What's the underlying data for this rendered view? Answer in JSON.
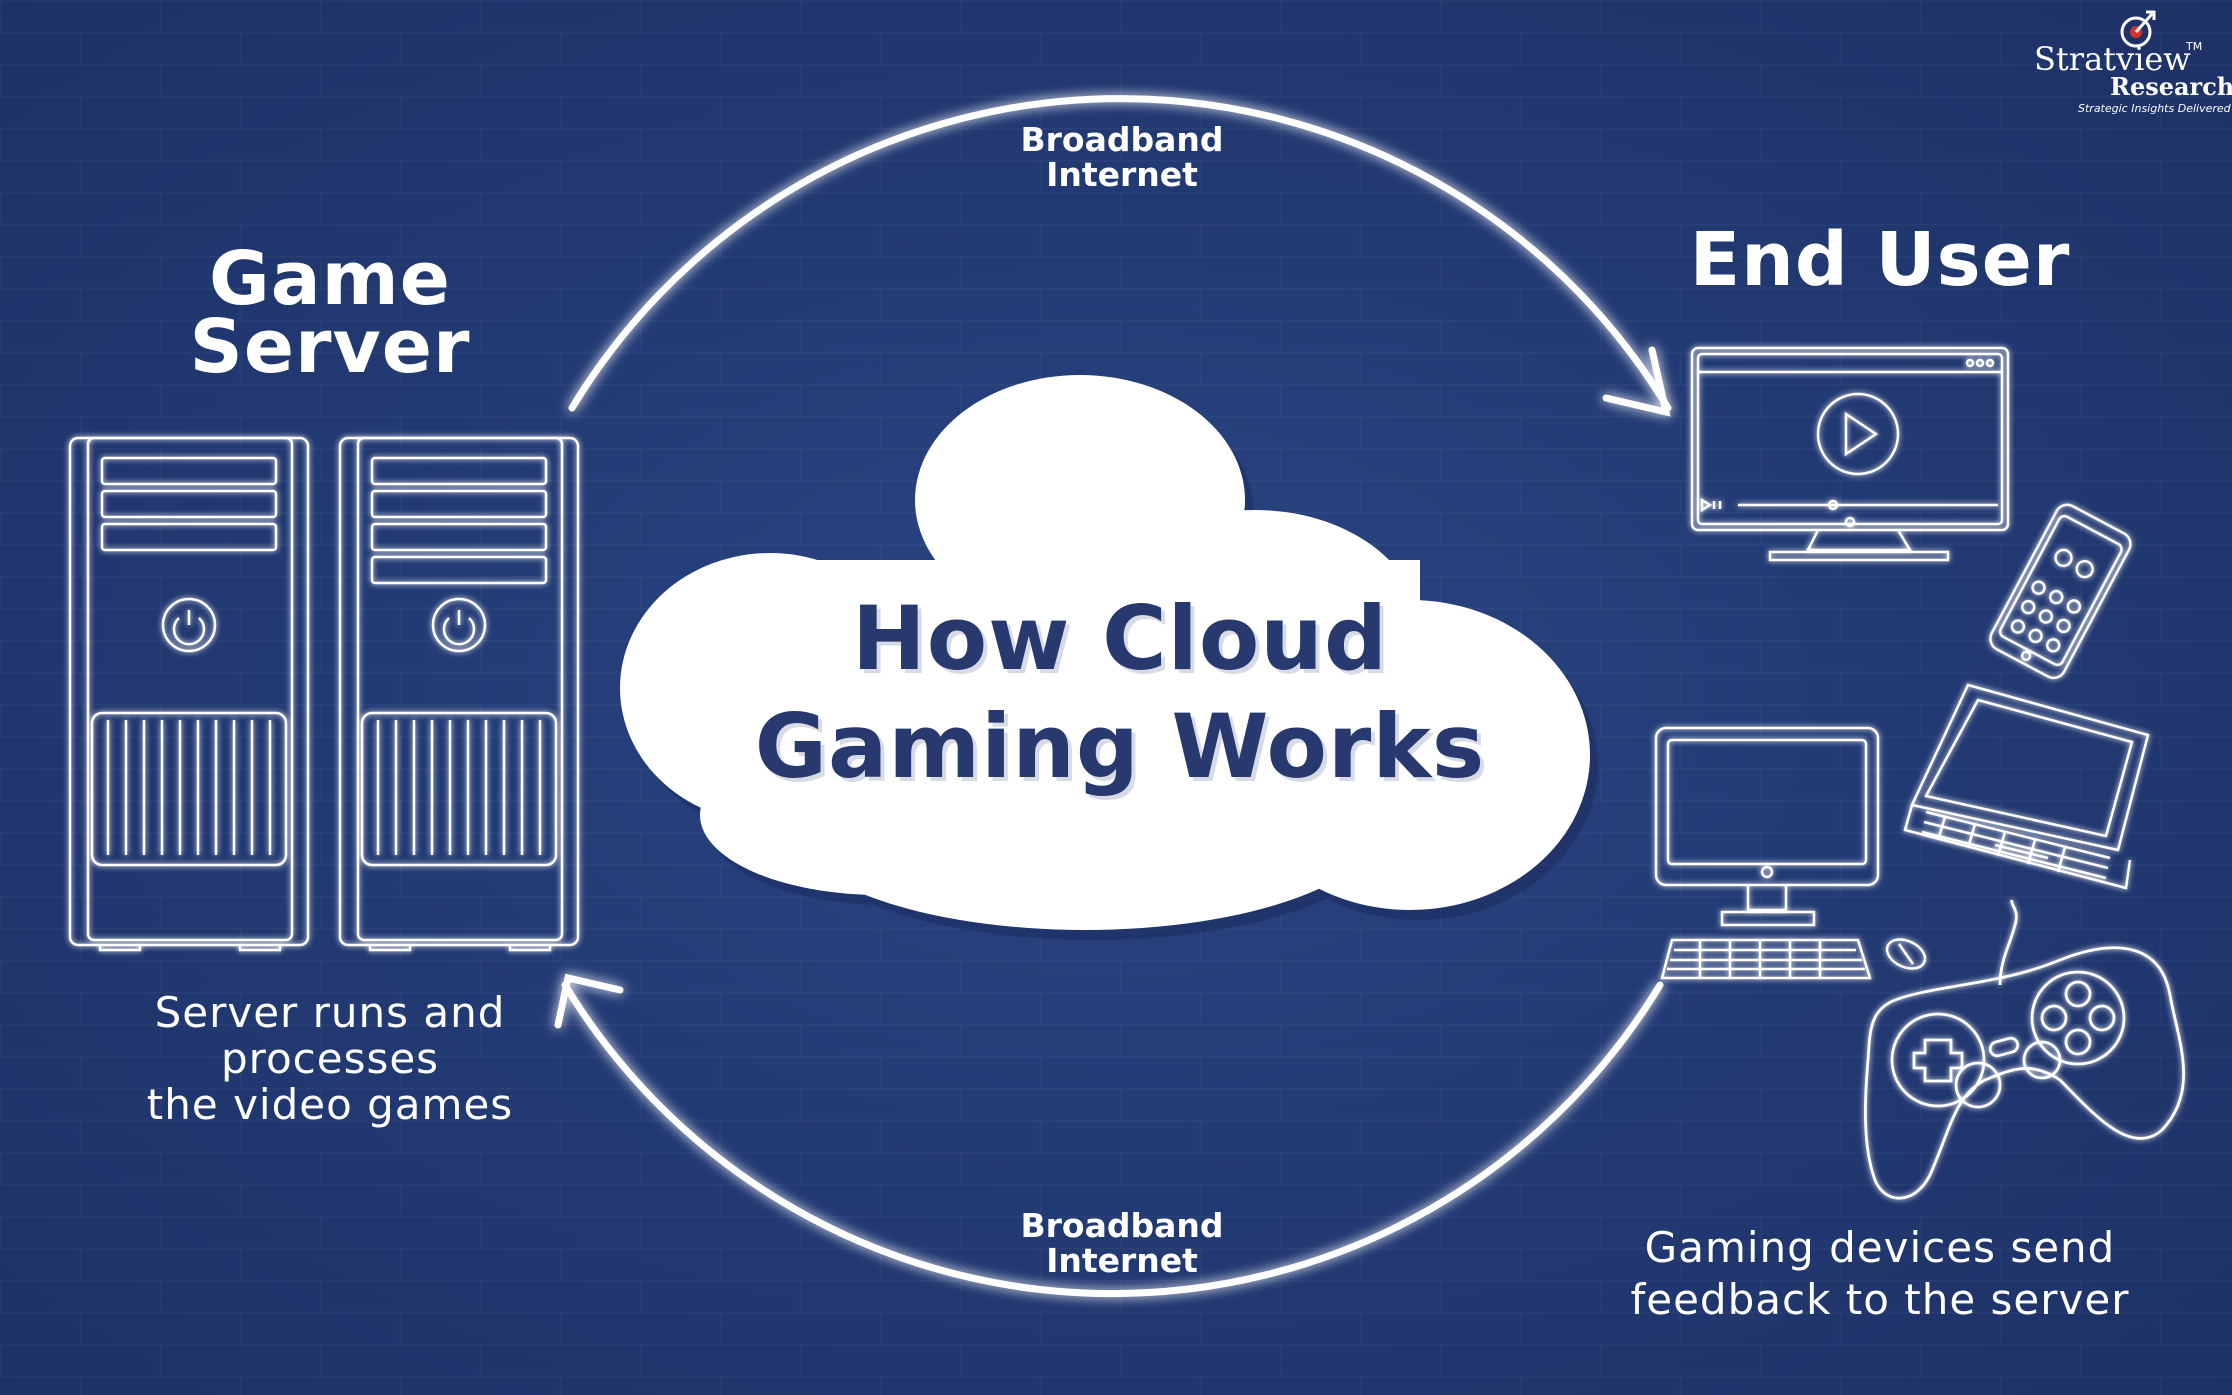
{
  "diagram": {
    "title_line1": "How Cloud",
    "title_line2": "Gaming Works",
    "game_server": {
      "title_line1": "Game",
      "title_line2": "Server",
      "caption_line1": "Server runs and",
      "caption_line2": "processes",
      "caption_line3": "the video games"
    },
    "end_user": {
      "title": "End User",
      "caption_line1": "Gaming devices send",
      "caption_line2": "feedback to the server"
    },
    "link_top": {
      "line1": "Broadband",
      "line2": "Internet"
    },
    "link_bottom": {
      "line1": "Broadband",
      "line2": "Internet"
    }
  },
  "brand": {
    "name": "Stratview",
    "trademark": "TM",
    "sub": "Research",
    "tagline": "Strategic Insights Delivered"
  },
  "colors": {
    "background": "#22386f",
    "cloud": "#ffffff",
    "title": "#27396e",
    "line": "#ffffff"
  },
  "icons": [
    "server-tower-icon",
    "monitor-play-icon",
    "smartphone-icon",
    "desktop-computer-icon",
    "laptop-icon",
    "mouse-icon",
    "gamepad-icon",
    "cloud-shape",
    "arrow-head-icon"
  ]
}
